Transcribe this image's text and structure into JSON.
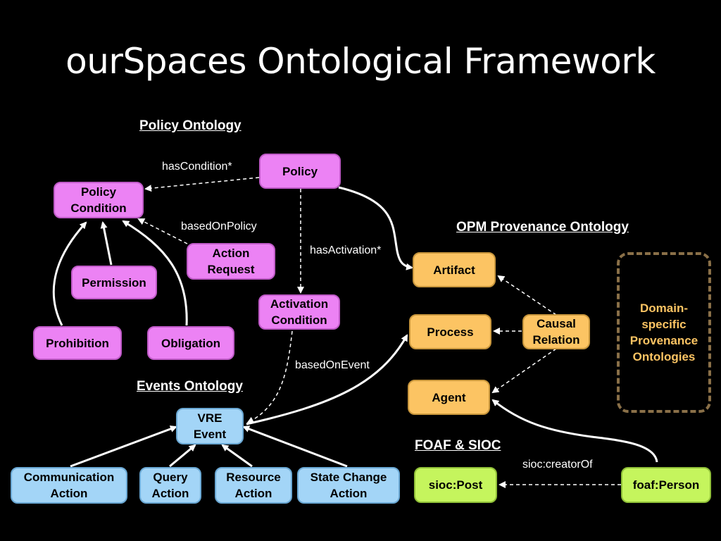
{
  "title": "ourSpaces Ontological Framework",
  "sections": {
    "policy": "Policy Ontology",
    "opm": "OPM Provenance Ontology",
    "events": "Events Ontology",
    "foaf": "FOAF & SIOC"
  },
  "nodes": {
    "policy": "Policy",
    "policy_condition": "Policy\nCondition",
    "action_request": "Action\nRequest",
    "permission": "Permission",
    "prohibition": "Prohibition",
    "obligation": "Obligation",
    "activation_condition": "Activation\nCondition",
    "artifact": "Artifact",
    "process": "Process",
    "agent": "Agent",
    "causal_relation": "Causal\nRelation",
    "vre_event": "VRE\nEvent",
    "communication_action": "Communication\nAction",
    "query_action": "Query\nAction",
    "resource_action": "Resource\nAction",
    "state_change_action": "State Change\nAction",
    "sioc_post": "sioc:Post",
    "foaf_person": "foaf:Person",
    "domain_specific": "Domain-\nspecific\nProvenance\nOntologies"
  },
  "edge_labels": {
    "has_condition": "hasCondition*",
    "based_on_policy": "basedOnPolicy",
    "has_activation": "hasActivation*",
    "based_on_event": "basedOnEvent",
    "sioc_creator_of": "sioc:creatorOf"
  },
  "colors": {
    "policy_fill": "#ec82f4",
    "opm_fill": "#fcc463",
    "events_fill": "#a3d5f7",
    "foaf_fill": "#c5f55d",
    "background": "#000000"
  }
}
